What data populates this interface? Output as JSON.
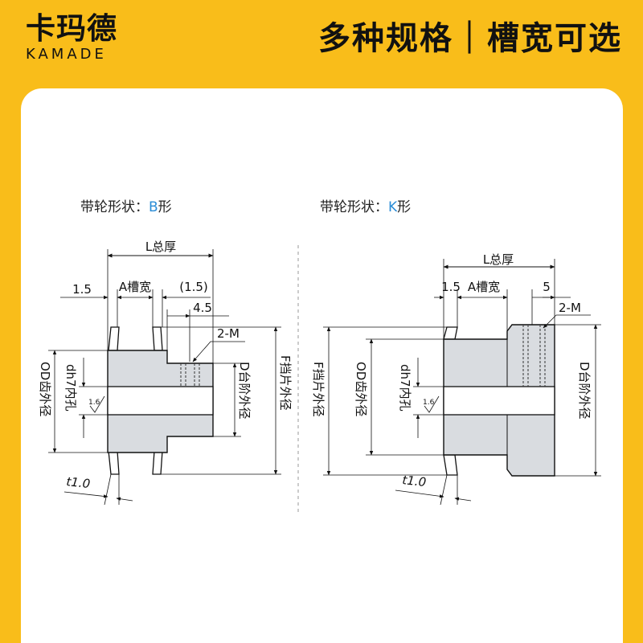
{
  "brand": {
    "name_cn": "卡玛德",
    "name_en": "KAMADE"
  },
  "headline": "多种规格｜槽宽可选",
  "diagrams": {
    "b_shape": {
      "label_prefix": "带轮形状：",
      "label_code": "B",
      "label_suffix": "形",
      "dim_L": "L总厚",
      "dim_left": "1.5",
      "dim_A": "A槽宽",
      "dim_right": "(1.5)",
      "dim_45": "4.5",
      "dim_2M": "2-M",
      "dim_D": "D台阶外径",
      "dim_F": "F挡片外径",
      "dim_OD": "OD齿外径",
      "dim_dh7": "dh7内孔",
      "dim_t": "t1.0",
      "roughness": "1.6"
    },
    "k_shape": {
      "label_prefix": "带轮形状：",
      "label_code": "K",
      "label_suffix": "形",
      "dim_L": "L总厚",
      "dim_left": "1.5",
      "dim_A": "A槽宽",
      "dim_5": "5",
      "dim_2M": "2-M",
      "dim_F": "F挡片外径",
      "dim_OD": "OD齿外径",
      "dim_dh7": "dh7内孔",
      "dim_D": "D台阶外径",
      "dim_t": "t1.0",
      "roughness": "1.6"
    }
  },
  "colors": {
    "background": "#F9BD1A",
    "card": "#FFFFFF",
    "part_fill": "#D9DCE0",
    "accent_code": "#2A8CD6"
  }
}
